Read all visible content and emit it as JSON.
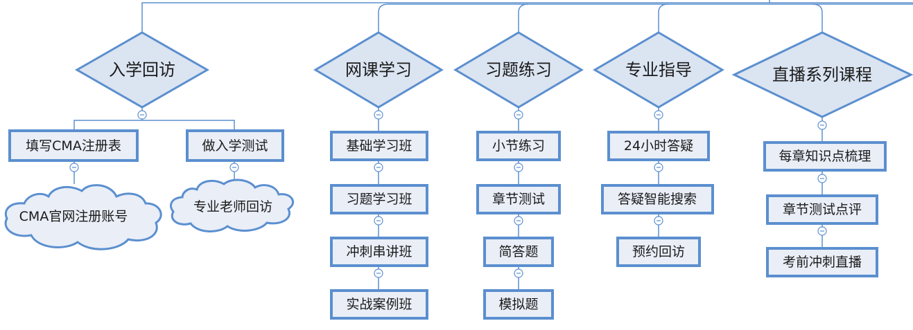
{
  "categories": [
    {
      "title": "入学回访",
      "children": [
        {
          "label": "填写CMA注册表",
          "child": "CMA官网注册账号"
        },
        {
          "label": "做入学测试",
          "child": "专业老师回访"
        }
      ]
    },
    {
      "title": "网课学习",
      "items": [
        "基础学习班",
        "习题学习班",
        "冲刺串讲班",
        "实战案例班"
      ]
    },
    {
      "title": "习题练习",
      "items": [
        "小节练习",
        "章节测试",
        "简答题",
        "模拟题"
      ]
    },
    {
      "title": "专业指导",
      "items": [
        "24小时答疑",
        "答疑智能搜索",
        "预约回访"
      ]
    },
    {
      "title": "直播系列课程",
      "items": [
        "每章知识点梳理",
        "章节测试点评",
        "考前冲刺直播"
      ]
    }
  ],
  "colors": {
    "accent": "#5b8fcf",
    "node_fill": "#e9eef7",
    "diamond_fill": "#dbe4f1"
  },
  "icons": {
    "collapse": "minus-circle-icon"
  }
}
